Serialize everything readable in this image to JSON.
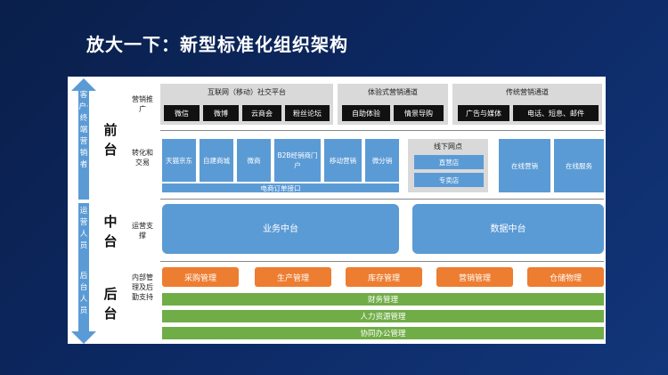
{
  "title": "放大一下：新型标准化组织架构",
  "left_bar": {
    "top_text": "客户·终端营销者",
    "bottom_text_1": "运营人员",
    "bottom_text_2": "后台人员"
  },
  "layers": {
    "front": "前台",
    "middle": "中台",
    "back": "后台"
  },
  "row_labels": {
    "marketing": "营销推广",
    "conversion": "转化和交易",
    "operation": "运营支撑",
    "internal": "内部管理及后勤支持"
  },
  "marketing": {
    "group1": {
      "title": "互联网（移动）社交平台",
      "items": [
        "微信",
        "微博",
        "云商会",
        "粉丝论坛"
      ]
    },
    "group2": {
      "title": "体验式营销通道",
      "items": [
        "自助体验",
        "情景导购"
      ]
    },
    "group3": {
      "title": "传统营销通道",
      "items": [
        "广告与媒体",
        "电话、短息、邮件"
      ]
    }
  },
  "conversion": {
    "channels": [
      "天猫京东",
      "自建商城",
      "微商",
      "B2B经销商门户",
      "移动营销",
      "微分销"
    ],
    "order_interface": "电商订单接口",
    "offline": {
      "title": "线下网点",
      "items": [
        "直营店",
        "专卖店"
      ]
    },
    "online_marketing": "在线营销",
    "online_service": "在线服务"
  },
  "middle": {
    "business": "业务中台",
    "data": "数据中台"
  },
  "back": {
    "modules": [
      "采购管理",
      "生产管理",
      "库存管理",
      "营销管理",
      "仓储物理"
    ],
    "finance": "财务管理",
    "hr": "人力资源管理",
    "office": "协同办公管理"
  },
  "colors": {
    "background": "#0d2a66",
    "blue": "#5b9bd5",
    "orange": "#ed7d31",
    "green": "#70ad47",
    "black": "#111111",
    "arrow": "#5b9bd5"
  }
}
